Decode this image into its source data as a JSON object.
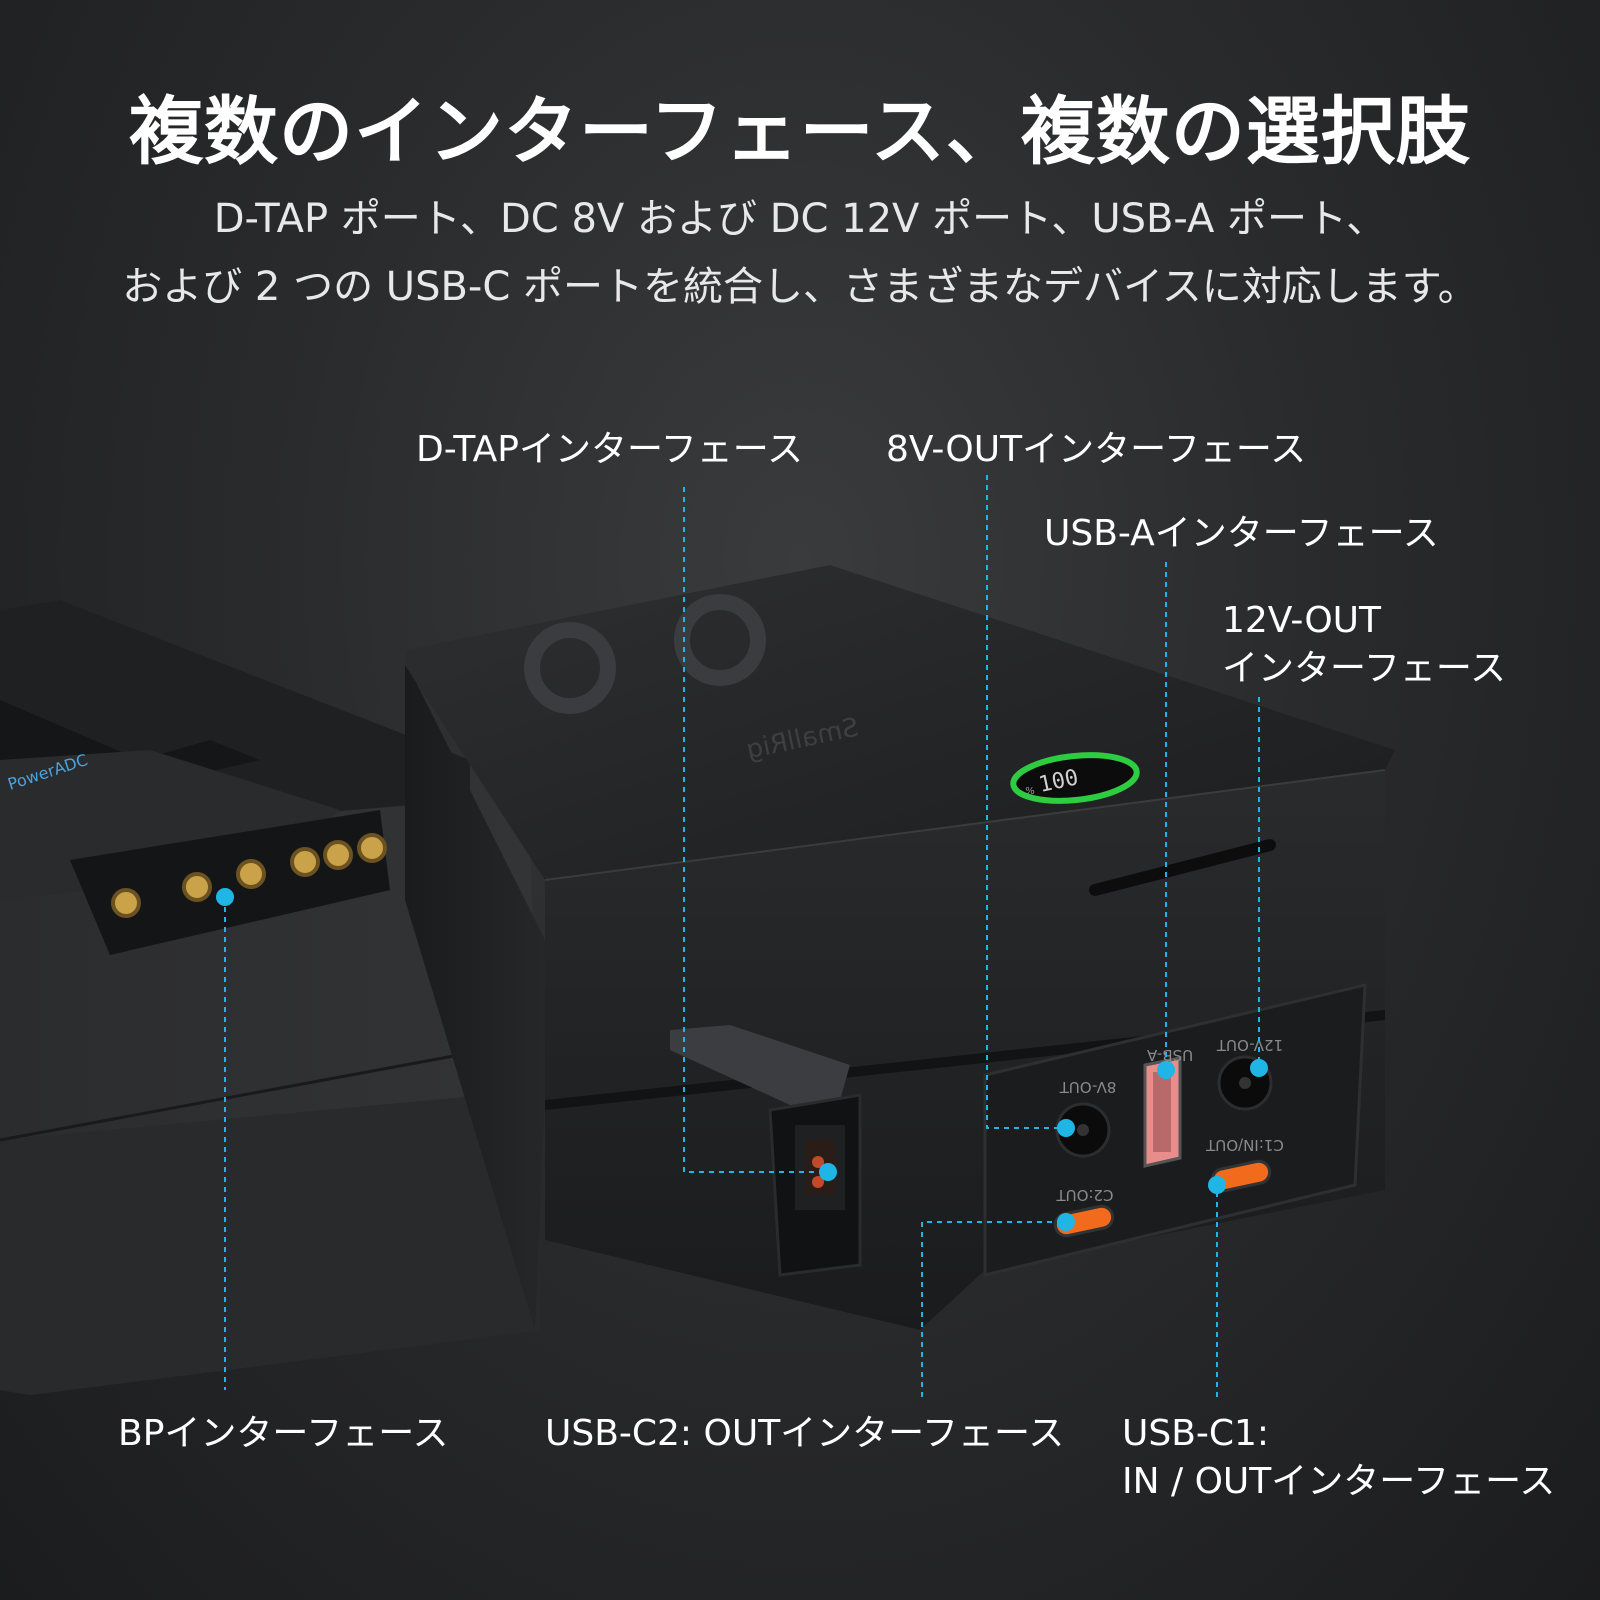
{
  "header": {
    "title": "複数のインターフェース、複数の選択肢",
    "subtitle_line1": "D-TAP ポート、DC 8V および DC 12V ポート、USB-A ポート、",
    "subtitle_line2": "および 2 つの USB-C ポートを統合し、さまざまなデバイスに対応します。"
  },
  "callouts": {
    "dtap": "D-TAPインターフェース",
    "out8v": "8V-OUTインターフェース",
    "usba": "USB-Aインターフェース",
    "out12v_line1": "12V-OUT",
    "out12v_line2": "インターフェース",
    "bp": "BPインターフェース",
    "usbc2": "USB-C2: OUTインターフェース",
    "usbc1_line1": "USB-C1:",
    "usbc1_line2": "IN / OUTインターフェース"
  },
  "device": {
    "brand": "SmallRig",
    "display_value": "100",
    "display_unit": "%",
    "port_8v": "8V-OUT",
    "port_usba": "USB-A",
    "port_12v": "12V-OUT",
    "port_c1": "C1:IN/OUT",
    "port_c2": "C2:OUT",
    "battery_brand": "PowerADC"
  },
  "colors": {
    "accent": "#1fb6e6",
    "ring": "#2ecc40",
    "usb_a": "#e88c8c",
    "usb_c": "#f26a1b"
  }
}
